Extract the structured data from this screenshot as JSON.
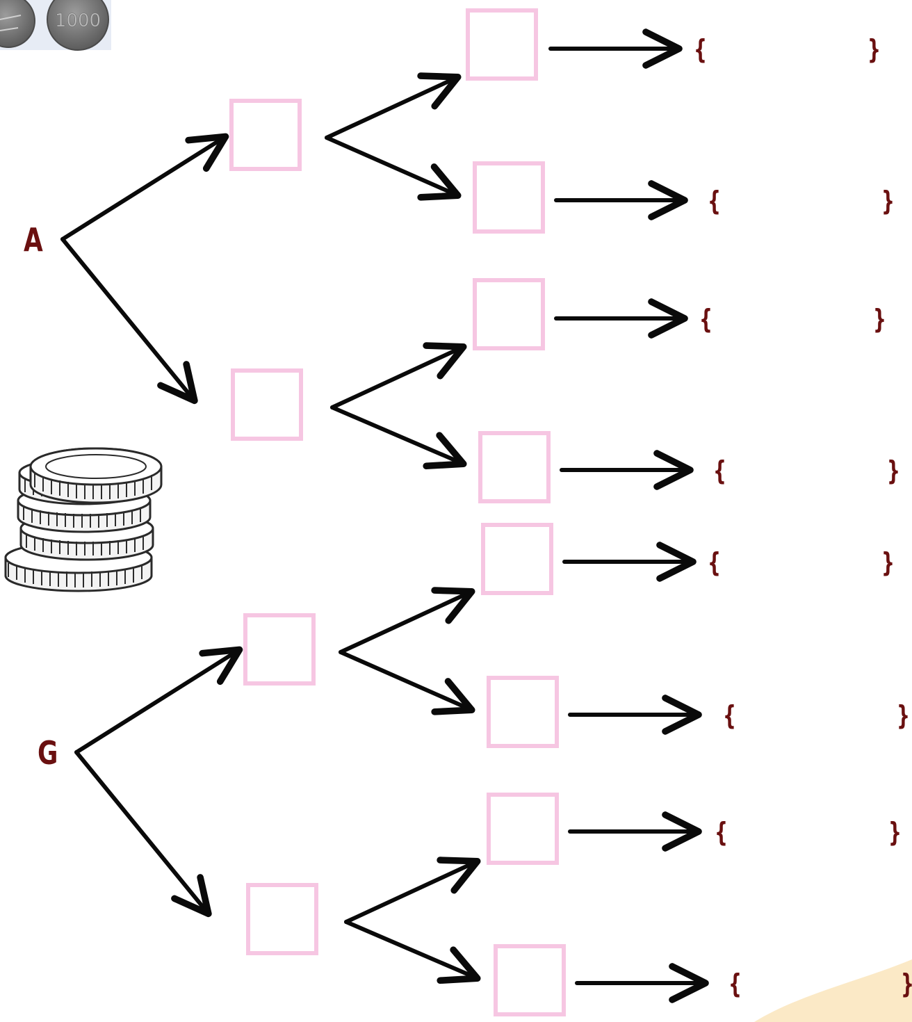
{
  "roots": [
    {
      "label": "A"
    },
    {
      "label": "G"
    }
  ],
  "coin_top": {
    "denomination": "1000"
  },
  "outcome_sets": [
    {
      "open": "{",
      "close": "}"
    },
    {
      "open": "{",
      "close": "}"
    },
    {
      "open": "{",
      "close": "}"
    },
    {
      "open": "{",
      "close": "}"
    },
    {
      "open": "{",
      "close": "}"
    },
    {
      "open": "{",
      "close": "}"
    },
    {
      "open": "{",
      "close": "}"
    },
    {
      "open": "{",
      "close": "}"
    }
  ],
  "colors": {
    "label": "#6a1010",
    "box_border": "#f6c6e2",
    "arrow": "#0a0a0a",
    "blob": "#fbe9c6"
  },
  "icons": [
    "coins-top-icon",
    "coin-stack-icon"
  ]
}
